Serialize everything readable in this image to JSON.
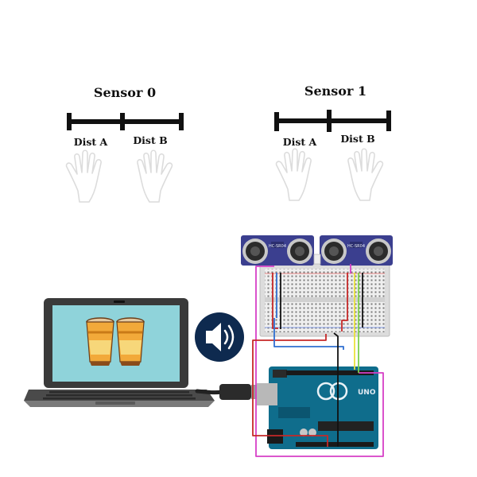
{
  "sensors": [
    {
      "title": "Sensor 0",
      "dist_a": "Dist A",
      "dist_b": "Dist B"
    },
    {
      "title": "Sensor 1",
      "dist_a": "Dist A",
      "dist_b": "Dist B"
    }
  ],
  "module_label": "HC-SR04",
  "board_label": "UNO",
  "icons": {
    "hand": "hand-outline-icon",
    "speaker": "speaker-volume-icon",
    "drums": "conga-drums-icon"
  },
  "colors": {
    "screen": "#8fd3da",
    "board": "#0f6d8c",
    "sensor_module": "#3b3f8f",
    "speaker_badge": "#0e2a4f",
    "wire_magenta": "#d63fc6",
    "wire_red": "#c62828",
    "wire_blue": "#2f6fd1",
    "wire_yellow": "#e9e23a",
    "wire_green": "#7ccf4a"
  }
}
